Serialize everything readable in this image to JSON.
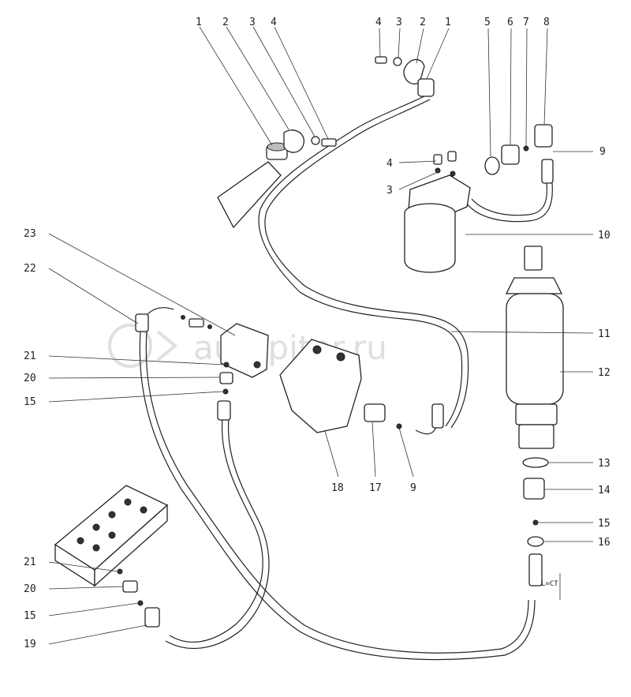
{
  "watermark": {
    "text": "autopiter.ru"
  },
  "callouts": [
    {
      "id": "c-1-left",
      "label": "1"
    },
    {
      "id": "c-2-left",
      "label": "2"
    },
    {
      "id": "c-3-left",
      "label": "3"
    },
    {
      "id": "c-4-left",
      "label": "4"
    },
    {
      "id": "c-4-top",
      "label": "4"
    },
    {
      "id": "c-3-top",
      "label": "3"
    },
    {
      "id": "c-2-top",
      "label": "2"
    },
    {
      "id": "c-1-top",
      "label": "1"
    },
    {
      "id": "c-5",
      "label": "5"
    },
    {
      "id": "c-6",
      "label": "6"
    },
    {
      "id": "c-7",
      "label": "7"
    },
    {
      "id": "c-8",
      "label": "8"
    },
    {
      "id": "c-9-right",
      "label": "9"
    },
    {
      "id": "c-4-mid",
      "label": "4"
    },
    {
      "id": "c-3-mid",
      "label": "3"
    },
    {
      "id": "c-10",
      "label": "10"
    },
    {
      "id": "c-11",
      "label": "11"
    },
    {
      "id": "c-12",
      "label": "12"
    },
    {
      "id": "c-13",
      "label": "13"
    },
    {
      "id": "c-14",
      "label": "14"
    },
    {
      "id": "c-15-right",
      "label": "15"
    },
    {
      "id": "c-16",
      "label": "16"
    },
    {
      "id": "c-23",
      "label": "23"
    },
    {
      "id": "c-22",
      "label": "22"
    },
    {
      "id": "c-21-mid",
      "label": "21"
    },
    {
      "id": "c-20-mid",
      "label": "20"
    },
    {
      "id": "c-15-mid",
      "label": "15"
    },
    {
      "id": "c-18",
      "label": "18"
    },
    {
      "id": "c-17",
      "label": "17"
    },
    {
      "id": "c-9-bottom",
      "label": "9"
    },
    {
      "id": "c-21-low",
      "label": "21"
    },
    {
      "id": "c-20-low",
      "label": "20"
    },
    {
      "id": "c-15-low",
      "label": "15"
    },
    {
      "id": "c-19",
      "label": "19"
    }
  ],
  "marks": {
    "side_note": "L=CT"
  }
}
